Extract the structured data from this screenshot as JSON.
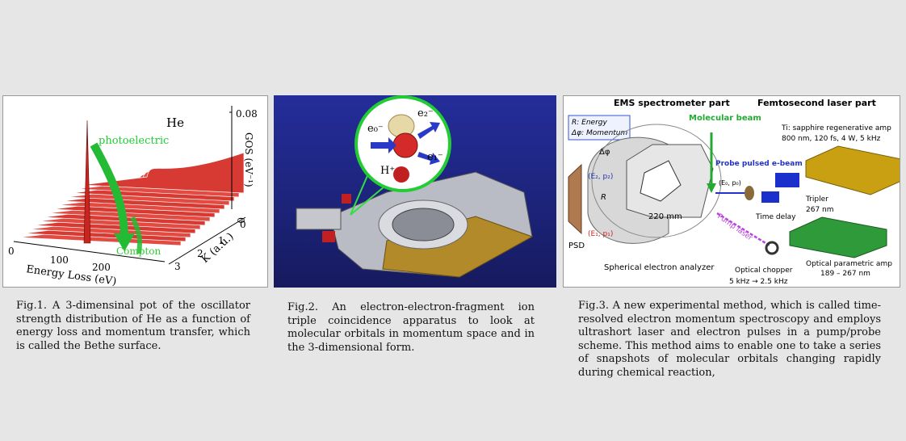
{
  "fig1": {
    "element_label": "He",
    "arrow1_label": "photoelectric",
    "arrow2_label": "Compton",
    "zaxis_label": "GOS (eV⁻¹)",
    "zaxis_tick_top": "0.08",
    "zaxis_tick_bottom": "0",
    "energy_axis_label": "Energy Loss (eV)",
    "energy_ticks": [
      "0",
      "100",
      "200"
    ],
    "k_axis_label": "K (a.u.)",
    "k_ticks": [
      "0",
      "1",
      "2",
      "3"
    ],
    "caption": "Fig.1. A 3-dimensinal pot of the oscillator strength distribution of He as a function of energy loss and momentum transfer, which is called the Bethe surface."
  },
  "fig2": {
    "label_e0": "e₀⁻",
    "label_e2": "e₂⁻",
    "label_e1": "e₁⁻",
    "label_hplus": "H⁺",
    "caption": "Fig.2. An electron-electron-fragment ion triple coincidence apparatus to look at molecular orbitals in momentum space and in the 3-dimensional form."
  },
  "fig3": {
    "title_left": "EMS spectrometer part",
    "title_right": "Femtosecond laser part",
    "legend_r": "R: Energy",
    "legend_dphi": "Δφ: Momentum",
    "dphi_label": "Δφ",
    "r_label": "R",
    "molecular_beam": "Molecular beam",
    "ti_sapphire_line1": "Ti: sapphire regenerative amp",
    "ti_sapphire_line2": "800 nm, 120 fs, 4 W, 5 kHz",
    "probe_label": "Probe pulsed e-beam",
    "probe_sub": "(E₀, p₀)",
    "tripler_line1": "Tripler",
    "tripler_line2": "267 nm",
    "time_delay": "Time delay",
    "e2p2": "(E₂, p₂)",
    "e1p1": "(E₁, p₁)",
    "diameter": "220 mm",
    "pump_laser": "Pump laser",
    "psd": "PSD",
    "analyzer": "Spherical electron analyzer",
    "chopper_line1": "Optical chopper",
    "chopper_line2": "5 kHz → 2.5 kHz",
    "opa_line1": "Optical parametric amp",
    "opa_line2": "189 – 267 nm",
    "caption": "Fig.3. A new experimental method, which is called time-resolved electron momentum spectroscopy and employs ultrashort laser and electron pulses in a pump/probe scheme. This method aims to enable one to take a series of snapshots of molecular orbitals changing rapidly during chemical reaction,"
  }
}
